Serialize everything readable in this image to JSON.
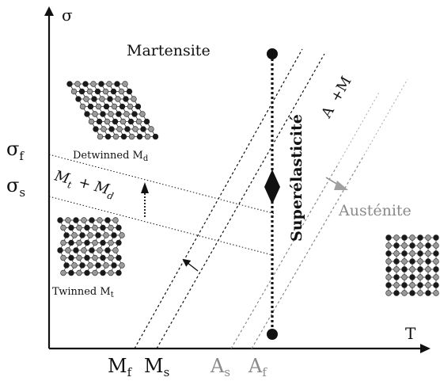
{
  "axes": {
    "y_label": "σ",
    "x_label": "T",
    "sigma_f": "σ",
    "sigma_f_sub": "f",
    "sigma_s": "σ",
    "sigma_s_sub": "s"
  },
  "x_ticks": [
    {
      "main": "M",
      "sub": "f",
      "color": "#111111"
    },
    {
      "main": "M",
      "sub": "s",
      "color": "#111111"
    },
    {
      "main": "A",
      "sub": "s",
      "color": "#8a8a8a"
    },
    {
      "main": "A",
      "sub": "f",
      "color": "#8a8a8a"
    }
  ],
  "regions": {
    "martensite": "Martensite",
    "austenite": "Austénite",
    "a_plus_m_a": "A",
    "a_plus_m_m": "+M",
    "superelasticity": "Superélasticité",
    "mt_md_a": "M",
    "mt_md_a_sub": "t",
    "mt_md_b": "+ M",
    "mt_md_b_sub": "d"
  },
  "lattices": {
    "detwinned_label": "Detwinned M",
    "detwinned_sub": "d",
    "twinned_label": "Twinned M",
    "twinned_sub": "t"
  },
  "colors": {
    "ink": "#111111",
    "gray": "#8a8a8a",
    "light_gray": "#a8a8a8",
    "atom_dark": "#1a1a1a",
    "atom_light": "#9a9a9a"
  }
}
